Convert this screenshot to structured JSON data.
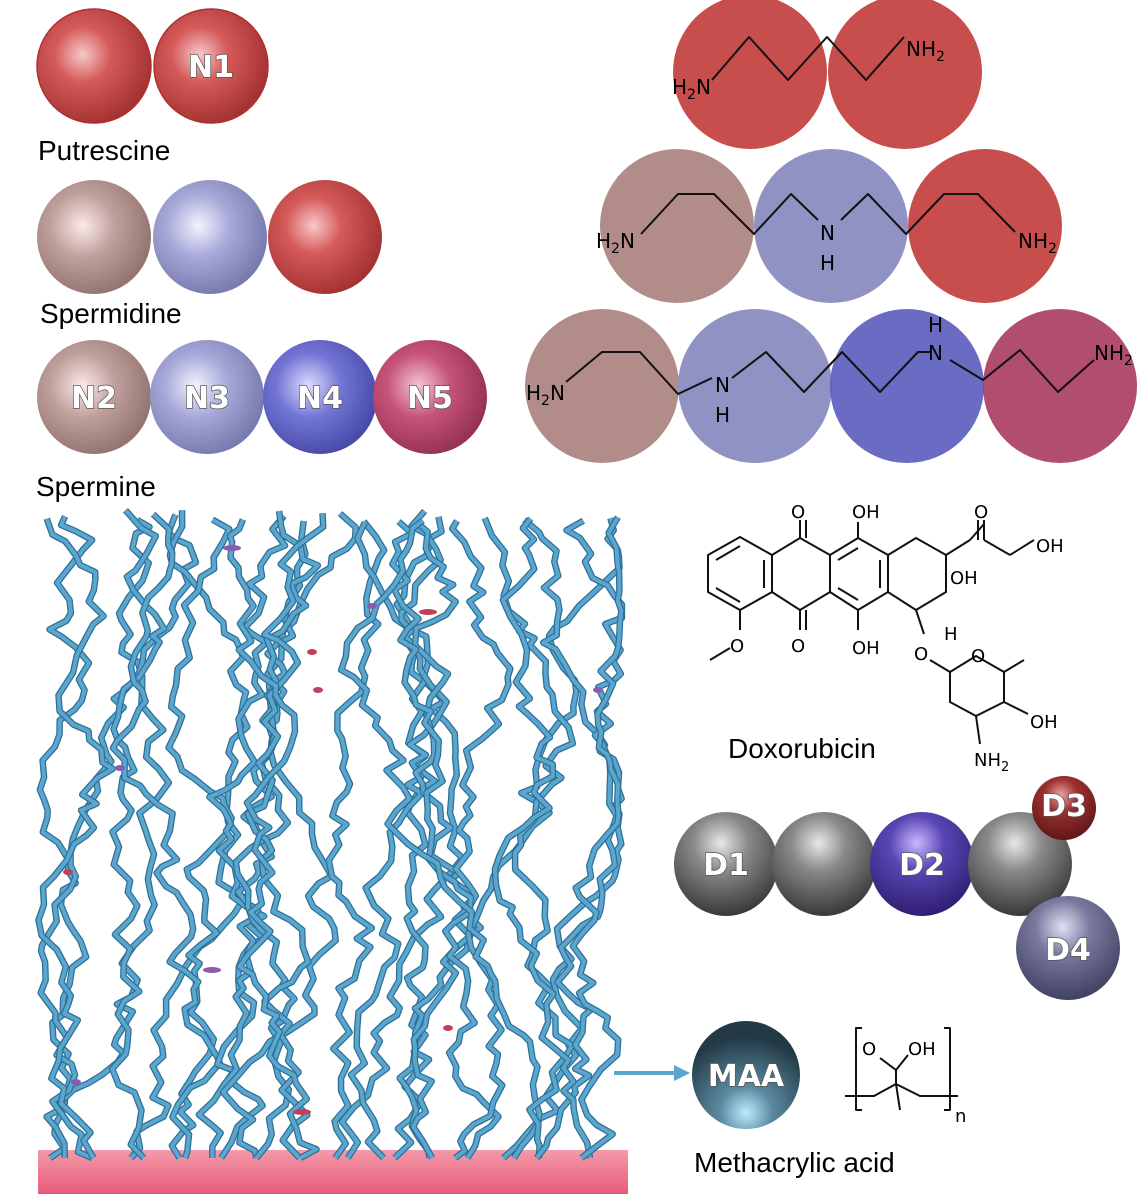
{
  "molecules": {
    "putrescine": {
      "name": "Putrescine",
      "beads": [
        "N1"
      ]
    },
    "spermidine": {
      "name": "Spermidine"
    },
    "spermine": {
      "name": "Spermine",
      "beads": [
        "N2",
        "N3",
        "N4",
        "N5"
      ]
    },
    "doxorubicin": {
      "name": "Doxorubicin",
      "beads": [
        "D1",
        "D2",
        "D3",
        "D4"
      ]
    },
    "methacrylic_acid": {
      "name": "Methacrylic acid",
      "bead": "MAA"
    }
  },
  "structure_labels": {
    "h2n": "H2N",
    "nh2": "NH2",
    "nh": "N",
    "h": "H",
    "oh": "OH",
    "o": "O",
    "n_sub": "n"
  },
  "colors": {
    "n1": "#c23a3a",
    "n2": "#b08a86",
    "n3": "#9a9ccc",
    "n4": "#6b6cc6",
    "n5": "#b84a6a",
    "d_gray": "#555555",
    "d2": "#4a3a9a",
    "d3": "#8a2a2a",
    "d4": "#6a6a8c",
    "maa": "#3a5a6a",
    "polymer": "#5aa6cf",
    "substrate": "#ec6e86",
    "arrow": "#5aa6cf"
  }
}
